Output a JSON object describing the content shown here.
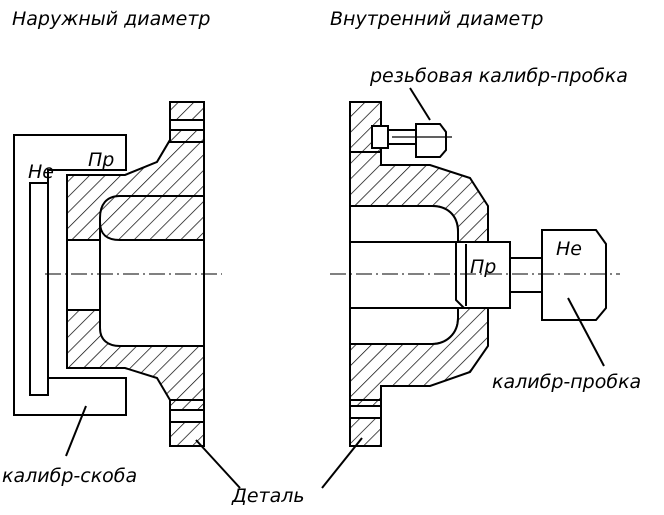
{
  "labels": {
    "outer_diameter_title": "Наружный диаметр",
    "inner_diameter_title": "Внутренний диаметр",
    "threaded_plug_gauge": "резьбовая калибр-пробка",
    "snap_gauge": "калибр-скоба",
    "part": "Деталь",
    "plug_gauge": "калибр-пробка",
    "snap_no_go": "Не",
    "snap_go": "Пр",
    "plug_go": "Пр",
    "plug_no_go": "Не"
  }
}
